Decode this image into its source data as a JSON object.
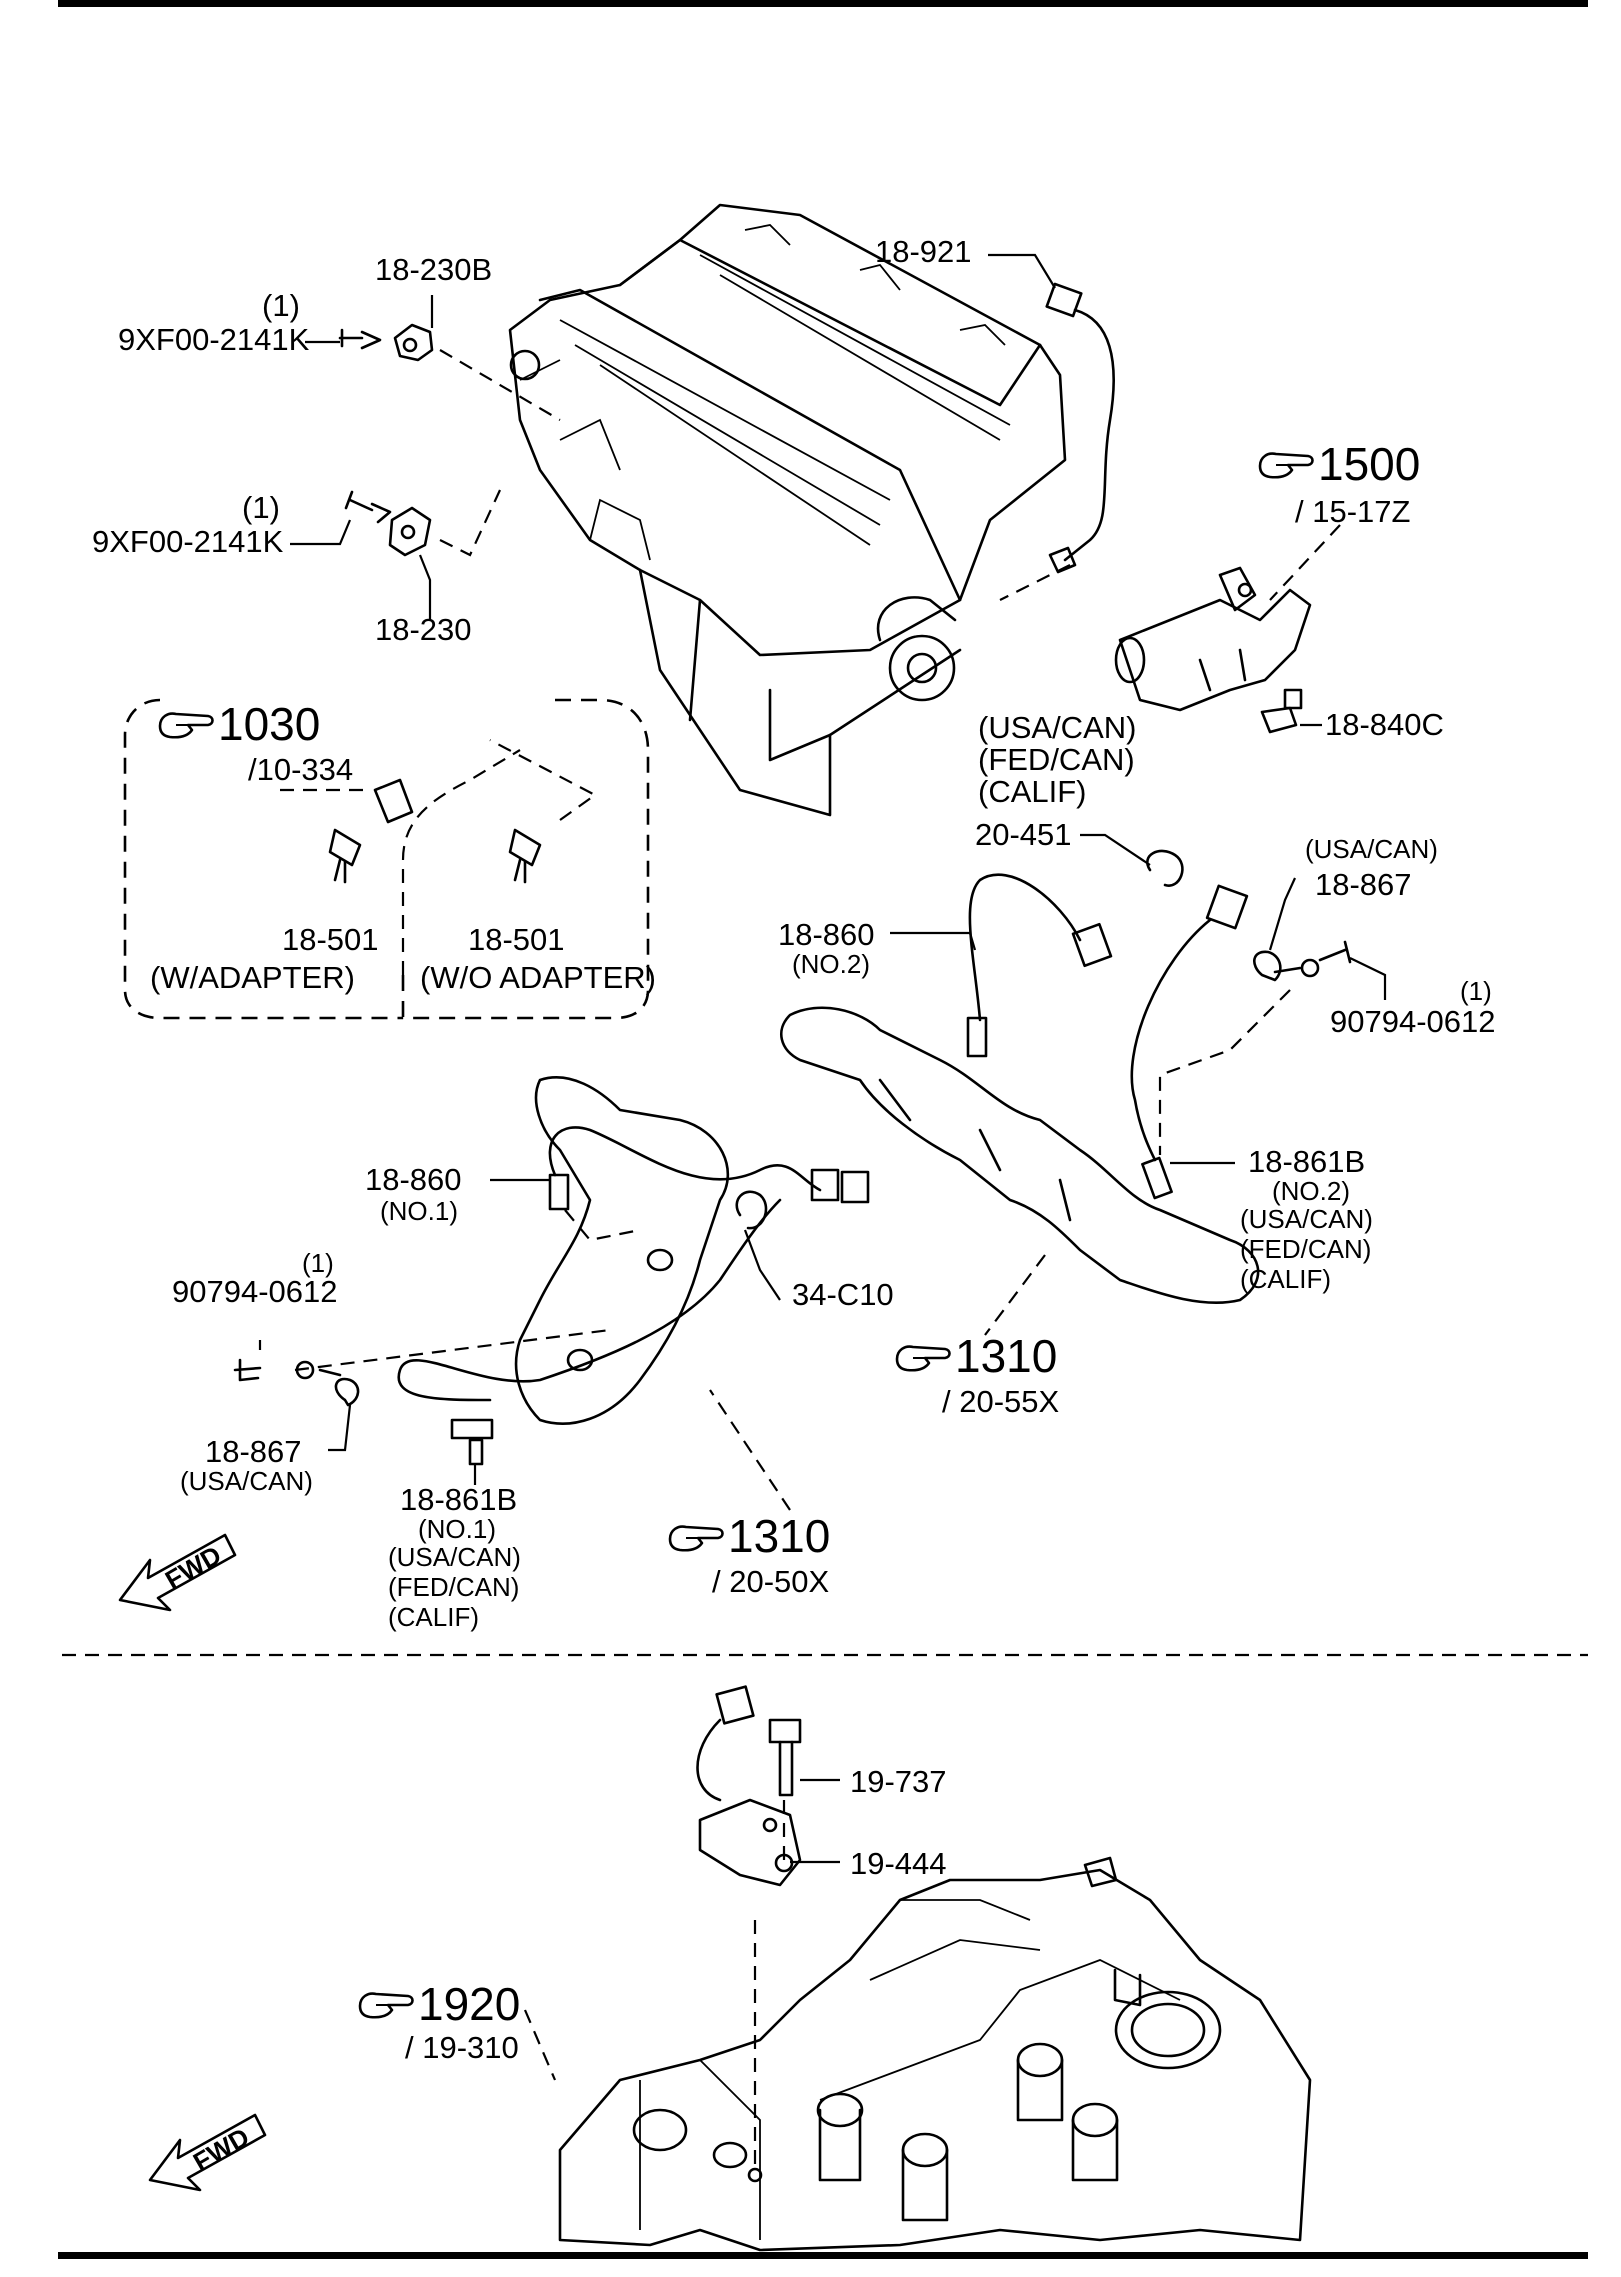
{
  "labels": {
    "p18_230B": "18-230B",
    "p9xf00_a_qty": "(1)",
    "p9xf00_a": "9XF00-2141K",
    "p9xf00_b_qty": "(1)",
    "p9xf00_b": "9XF00-2141K",
    "p18_230": "18-230",
    "p18_921": "18-921",
    "ref1500": "1500",
    "ref1500_sub": "/ 15-17Z",
    "p18_840C": "18-840C",
    "ref1030": "1030",
    "ref1030_sub": "/10-334",
    "p18_501_a": "18-501",
    "p18_501_b": "18-501",
    "w_adapter": "(W/ADAPTER)",
    "wo_adapter": "(W/O ADAPTER)",
    "usa_can_1": "(USA/CAN)",
    "fed_can_1": "(FED/CAN)",
    "calif_1": "(CALIF)",
    "p20_451": "20-451",
    "usa_can_2": "(USA/CAN)",
    "p18_867_a": "18-867",
    "p18_860_a": "18-860",
    "no2_a": "(NO.2)",
    "qty_90794_a": "(1)",
    "p90794_a": "90794-0612",
    "p18_861B_a": "18-861B",
    "no2_b": "(NO.2)",
    "usa_can_3": "(USA/CAN)",
    "fed_can_3": "(FED/CAN)",
    "calif_3": "(CALIF)",
    "p18_860_b": "18-860",
    "no1_a": "(NO.1)",
    "qty_90794_b": "(1)",
    "p90794_b": "90794-0612",
    "p34_C10": "34-C10",
    "ref1310_a": "1310",
    "ref1310_a_sub": "/ 20-55X",
    "p18_867_b": "18-867",
    "usa_can_4": "(USA/CAN)",
    "p18_861B_b": "18-861B",
    "no1_b": "(NO.1)",
    "usa_can_5": "(USA/CAN)",
    "fed_can_5": "(FED/CAN)",
    "calif_5": "(CALIF)",
    "ref1310_b": "1310",
    "ref1310_b_sub": "/ 20-50X",
    "fwd_1": "FWD",
    "p19_737": "19-737",
    "p19_444": "19-444",
    "ref1920": "1920",
    "ref1920_sub": "/ 19-310",
    "fwd_2": "FWD"
  },
  "icons": {
    "reference": "pointing-hand-icon",
    "direction": "fwd-arrow-icon"
  },
  "colors": {
    "ink": "#000000",
    "paper": "#ffffff"
  }
}
